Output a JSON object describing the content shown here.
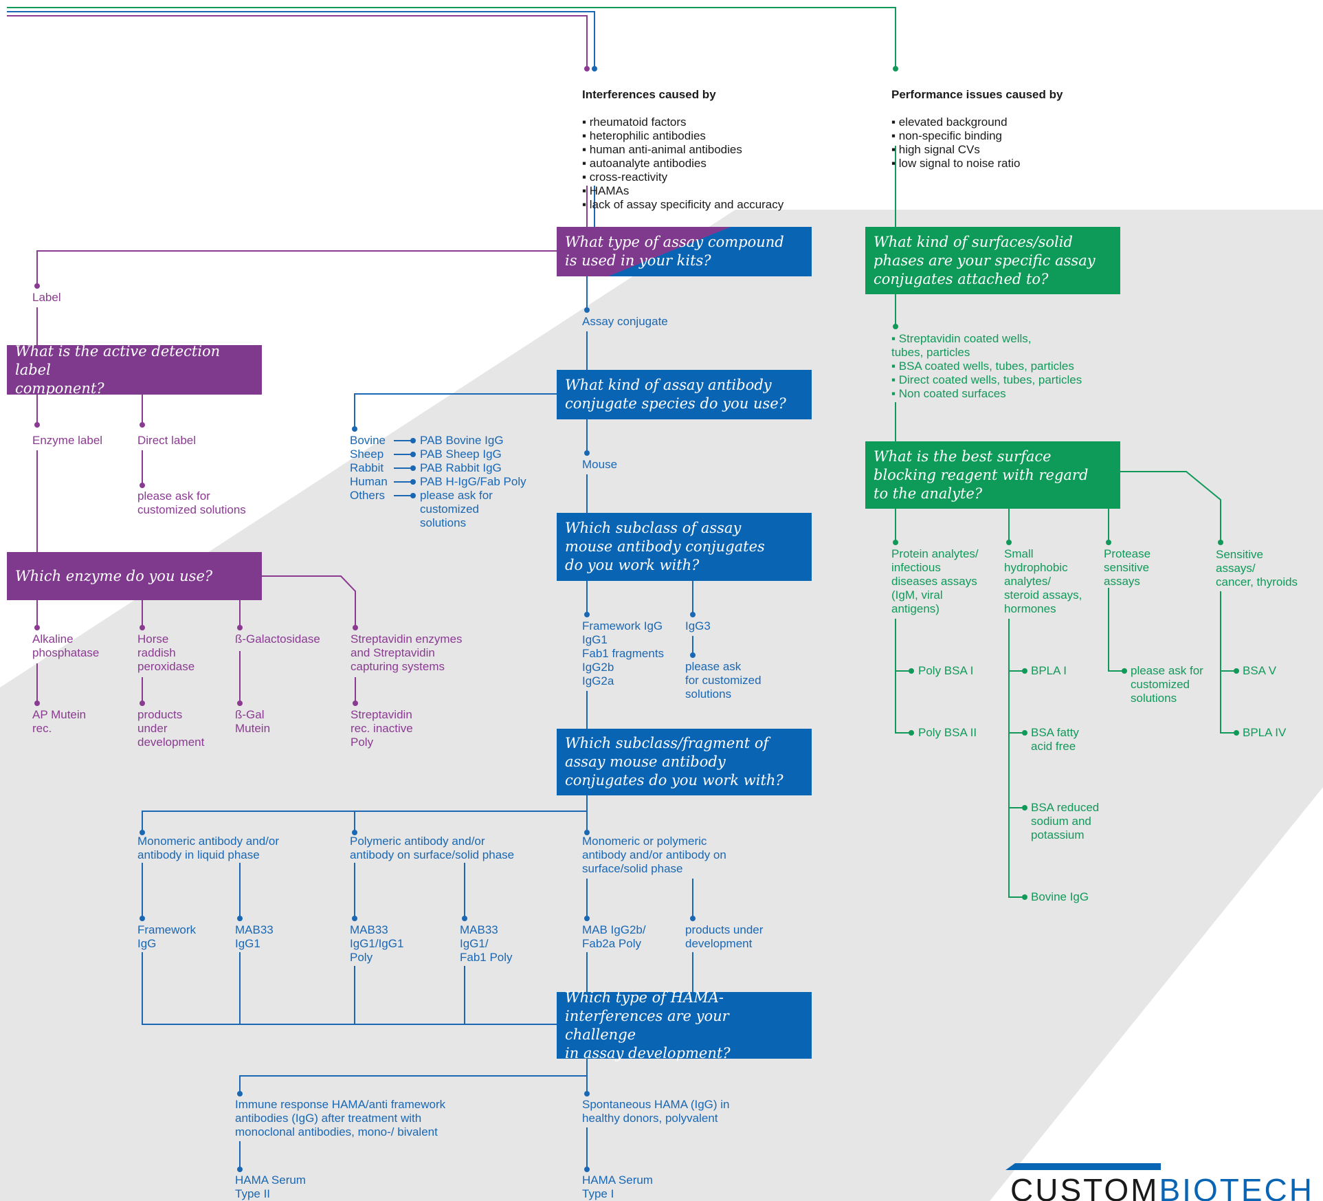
{
  "colors": {
    "blue": "#0a64b4",
    "purple": "#7f3a8e",
    "green": "#0e9a58",
    "background_shape": "#e6e6e6"
  },
  "interferences": {
    "title": "Interferences caused by",
    "items": "▪ rheumatoid factors\n▪ heterophilic antibodies\n▪ human anti-animal antibodies\n▪ autoanalyte antibodies\n▪ cross-reactivity\n▪ HAMAs\n▪ lack of assay specificity and accuracy"
  },
  "performance": {
    "title": "Performance issues caused by",
    "items": "▪ elevated background\n▪ non-specific binding\n▪ high signal CVs\n▪ low signal to noise ratio"
  },
  "questions": {
    "compound": "What type of assay compound\nis used in your kits?",
    "surfaces": "What kind of surfaces/solid\nphases are your specific assay\nconjugates attached to?",
    "label_component": "What is the active detection label\ncomponent?",
    "species": "What kind of assay antibody\nconjugate species do you use?",
    "blocking": "What is the best surface\nblocking reagent with regard\nto the analyte?",
    "subclass": "Which subclass of assay\nmouse antibody conjugates\ndo you work with?",
    "enzyme": "Which enzyme do you use?",
    "fragment": "Which subclass/fragment of\nassay mouse antibody\nconjugates do you work with?",
    "hama": "Which type of HAMA-\ninterferences are your challenge\nin assay development?"
  },
  "label_branch": {
    "label": "Label",
    "enzyme_label": "Enzyme label",
    "direct_label": "Direct label",
    "direct_solution": "please ask for\ncustomized solutions",
    "alkaline": "Alkaline\nphosphatase",
    "horse": "Horse\nraddish\nperoxidase",
    "galactosidase": "ß-Galactosidase",
    "streptavidin": "Streptavidin enzymes\nand Streptavidin\ncapturing systems",
    "ap_mutein": "AP Mutein\nrec.",
    "products_dev": "products\nunder\ndevelopment",
    "gal_mutein": "ß-Gal\nMutein",
    "strep_inactive": "Streptavidin\nrec. inactive\nPoly"
  },
  "assay_conjugate": "Assay conjugate",
  "species": {
    "names": "Bovine\nSheep\nRabbit\nHuman\nOthers",
    "products": "PAB Bovine IgG\nPAB Sheep IgG\nPAB Rabbit IgG\nPAB H-IgG/Fab Poly\nplease ask for\ncustomized\nsolutions"
  },
  "mouse": "Mouse",
  "subclass": {
    "framework_list": "Framework IgG\nIgG1\nFab1 fragments\nIgG2b\nIgG2a",
    "igg3": "IgG3",
    "igg3_solution": "please ask\nfor customized\nsolutions"
  },
  "fragment": {
    "monomeric_liquid": "Monomeric antibody and/or\nantibody in liquid phase",
    "polymeric_surface": "Polymeric antibody and/or\nantibody on surface/solid phase",
    "mono_poly_surface": "Monomeric or polymeric\nantibody and/or antibody on\nsurface/solid phase",
    "framework_igg": "Framework\nIgG",
    "mab33_igg1": "MAB33\nIgG1",
    "mab33_igg1_poly": "MAB33\nIgG1/IgG1\nPoly",
    "mab33_fab1": "MAB33\nIgG1/\nFab1 Poly",
    "mab_igg2b": "MAB IgG2b/\nFab2a Poly",
    "products_dev": "products under\ndevelopment"
  },
  "hama": {
    "immune": "Immune response HAMA/anti framework\nantibodies (IgG) after treatment with\nmonoclonal antibodies, mono-/ bivalent",
    "spontaneous": "Spontaneous HAMA (IgG) in\nhealthy donors, polyvalent",
    "serum2": "HAMA Serum\nType II",
    "serum1": "HAMA Serum\nType I"
  },
  "surfaces_list": "▪ Streptavidin coated wells,\n   tubes, particles\n▪ BSA coated wells, tubes, particles\n▪ Direct coated wells, tubes, particles\n▪ Non coated surfaces",
  "blocking": {
    "protein": "Protein analytes/\ninfectious\ndiseases assays\n(IgM, viral\nantigens)",
    "small": "Small\nhydrophobic\nanalytes/\nsteroid assays,\nhormones",
    "protease": "Protease\nsensitive\nassays",
    "sensitive": "Sensitive\nassays/\ncancer, thyroids",
    "poly_bsa_1": "Poly BSA I",
    "poly_bsa_2": "Poly BSA II",
    "bpla_1": "BPLA I",
    "bsa_fatty": "BSA fatty\nacid free",
    "bsa_reduced": "BSA reduced\nsodium and\npotassium",
    "bovine_igg": "Bovine IgG",
    "protease_solution": "please ask for\ncustomized\nsolutions",
    "bsa_v": "BSA V",
    "bpla_4": "BPLA IV"
  },
  "logo": {
    "part1": "CUSTOM",
    "part2": "BIOTECH"
  }
}
